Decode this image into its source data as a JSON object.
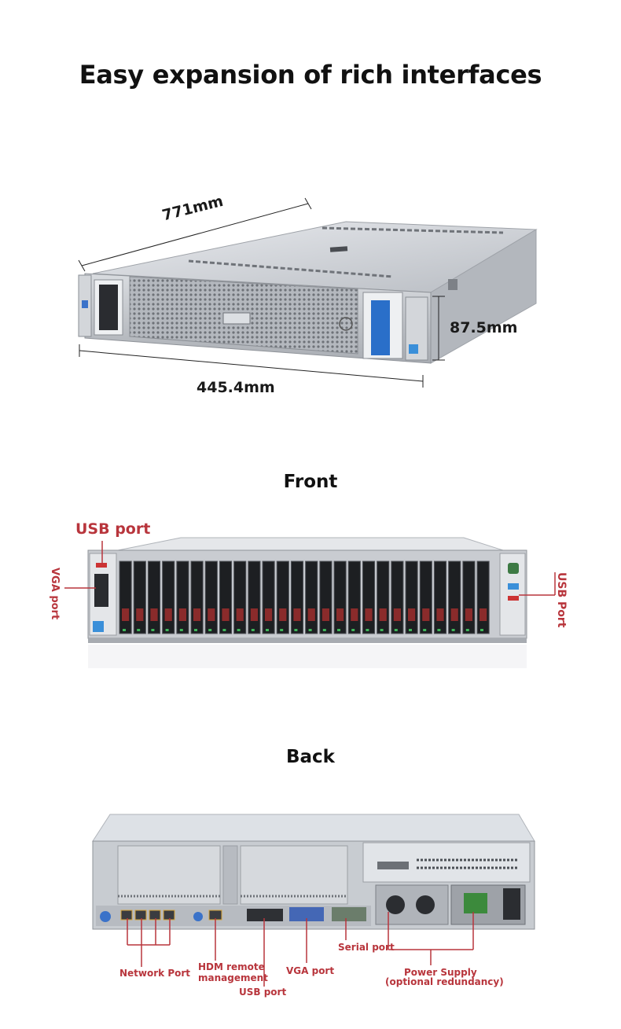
{
  "heading": "Easy expansion of rich interfaces",
  "dimensions": {
    "depth": "771mm",
    "width": "445.4mm",
    "height": "87.5mm"
  },
  "front": {
    "title": "Front",
    "usb_left": "USB port",
    "vga": "VGA port",
    "usb_right": "USB Port"
  },
  "back": {
    "title": "Back",
    "network": "Network Port",
    "hdm_line1": "HDM remote",
    "hdm_line2": "management",
    "usb": "USB port",
    "vga": "VGA port",
    "serial": "Serial port",
    "power_line1": "Power Supply",
    "power_line2": "(optional redundancy)"
  },
  "colors": {
    "label_red": "#b8353c",
    "chassis_silver": "#c9ccd1",
    "drive_black": "#1d1f22",
    "accent_blue": "#2a6fc9"
  }
}
